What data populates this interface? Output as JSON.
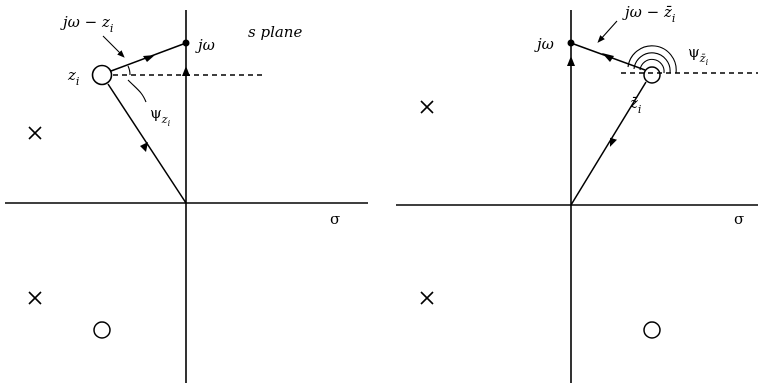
{
  "labels": {
    "sigma": "σ",
    "plane": "s plane",
    "jw": "jω",
    "zi_base": "z",
    "zi_sub": "i",
    "zbar_base": "z̄",
    "zbar_sub": "i",
    "vector_left": "jω − z",
    "vector_left_sub": "i",
    "vector_right": "jω − z̄",
    "vector_right_sub": "i",
    "psi": "ψ",
    "psi_left_sub": "z",
    "psi_left_subsub": "i",
    "psi_right_sub": "z̄",
    "psi_right_subsub": "i"
  }
}
